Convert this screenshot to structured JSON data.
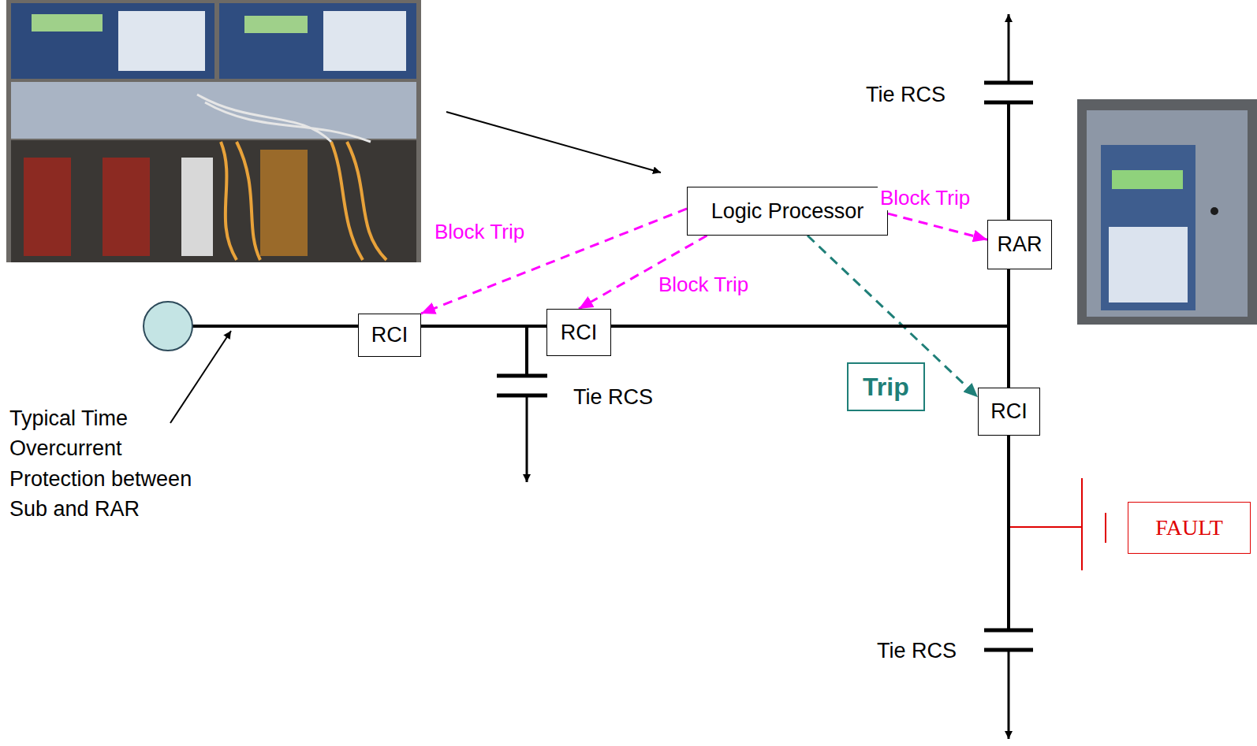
{
  "diagram": {
    "nodes": [
      {
        "text": [
          "Logic Processor"
        ]
      },
      {
        "text": [
          "RAR"
        ]
      },
      {
        "text": [
          "RCI"
        ]
      },
      {
        "text": [
          "RCI"
        ]
      },
      {
        "text": [
          "RCI"
        ]
      },
      {
        "text": [
          "FAULT"
        ]
      }
    ],
    "edges": [
      {
        "from": 0,
        "to": 2,
        "label": "Block Trip",
        "arrow": "to"
      },
      {
        "from": 0,
        "to": 3,
        "label": "Block Trip",
        "arrow": "to"
      },
      {
        "from": 0,
        "to": 1,
        "label": "Block Trip",
        "arrow": "to"
      },
      {
        "from": 0,
        "to": 4,
        "label": "Trip",
        "arrow": "to"
      },
      {
        "from": 2,
        "to": 3,
        "arrow": "none"
      },
      {
        "from": 3,
        "to": 1,
        "arrow": "none"
      },
      {
        "from": 3,
        "to": 4,
        "arrow": "none"
      }
    ],
    "labels": [
      "Tie RCS",
      "Tie RCS",
      "Tie RCS",
      "Typical Time Overcurrent Protection between Sub and RAR"
    ]
  }
}
